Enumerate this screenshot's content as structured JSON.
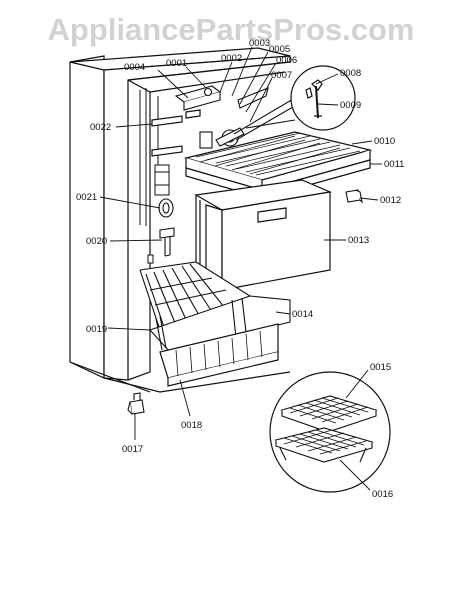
{
  "watermark": "AppliancePartsPros.com",
  "part_labels": {
    "p0001": "0001",
    "p0002": "0002",
    "p0003": "0003",
    "p0004": "0004",
    "p0005": "0005",
    "p0006": "0006",
    "p0007": "0007",
    "p0008": "0008",
    "p0009": "0009",
    "p0010": "0010",
    "p0011": "0011",
    "p0012": "0012",
    "p0013": "0013",
    "p0014": "0014",
    "p0015": "0015",
    "p0016": "0016",
    "p0017": "0017",
    "p0018": "0018",
    "p0019": "0019",
    "p0020": "0020",
    "p0021": "0021",
    "p0022": "0022"
  }
}
